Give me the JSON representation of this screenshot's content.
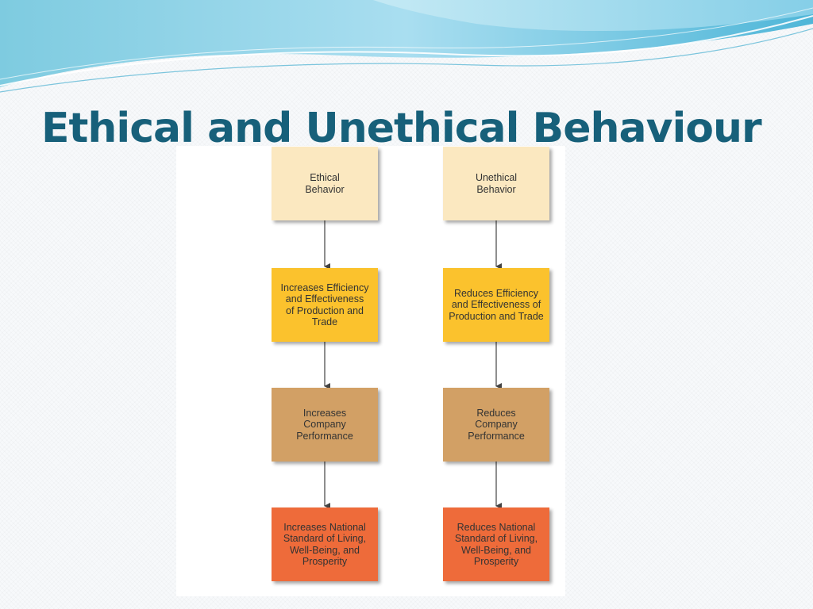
{
  "slide": {
    "title": "Ethical and Unethical Behaviour"
  },
  "colors": {
    "title": "#17607a",
    "behavior_box": "#fbe8c0",
    "efficiency_box": "#fbc22d",
    "performance_box": "#d2a065",
    "national_box": "#ee6b3a",
    "arrow": "#444444"
  },
  "diagram": {
    "ethical_column": [
      "Ethical\nBehavior",
      "Increases Efficiency\nand Effectiveness\nof Production and\nTrade",
      "Increases\nCompany\nPerformance",
      "Increases National\nStandard of Living,\nWell-Being, and\nProsperity"
    ],
    "unethical_column": [
      "Unethical\nBehavior",
      "Reduces Efficiency\nand Effectiveness of\nProduction and Trade",
      "Reduces\nCompany\nPerformance",
      "Reduces National\nStandard of Living,\nWell-Being, and\nProsperity"
    ]
  }
}
